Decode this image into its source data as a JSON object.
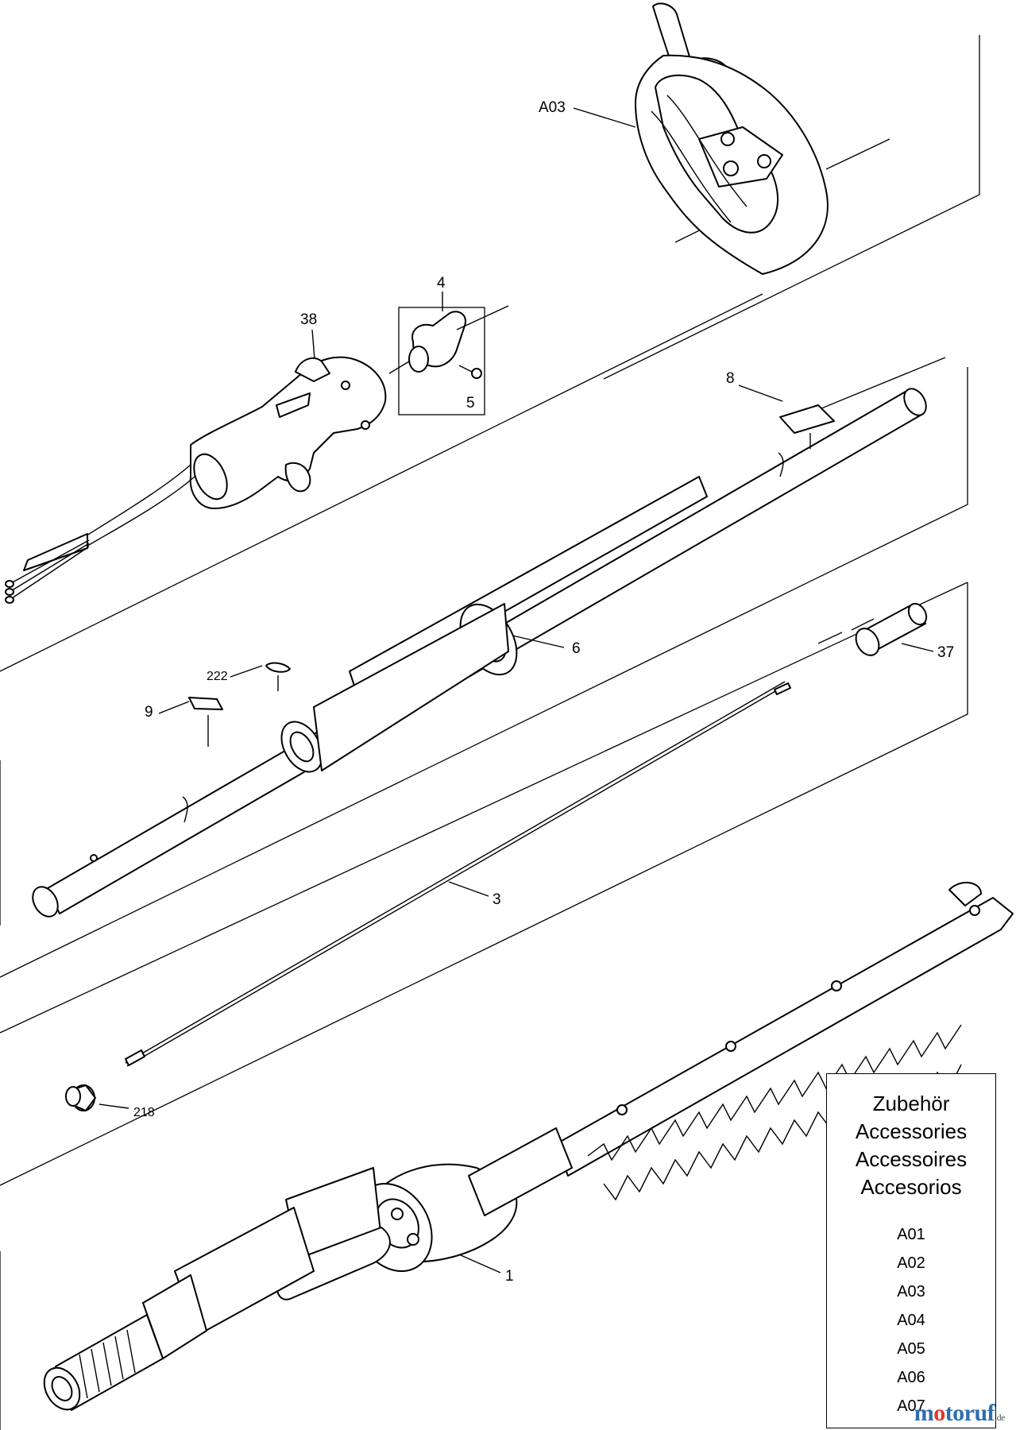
{
  "callouts": {
    "a03": "A03",
    "p4": "4",
    "p38": "38",
    "p5": "5",
    "p8": "8",
    "p6": "6",
    "p37": "37",
    "p222": "222",
    "p9": "9",
    "p3": "3",
    "p218": "218",
    "p1": "1"
  },
  "accessories": {
    "headings": [
      "Zubehör",
      "Accessories",
      "Accessoires",
      "Accesorios"
    ],
    "items": [
      "A01",
      "A02",
      "A03",
      "A04",
      "A05",
      "A06",
      "A07"
    ]
  },
  "watermark": {
    "prefix": "m",
    "o": "o",
    "rest": "toruf",
    "suffix": ".de"
  }
}
